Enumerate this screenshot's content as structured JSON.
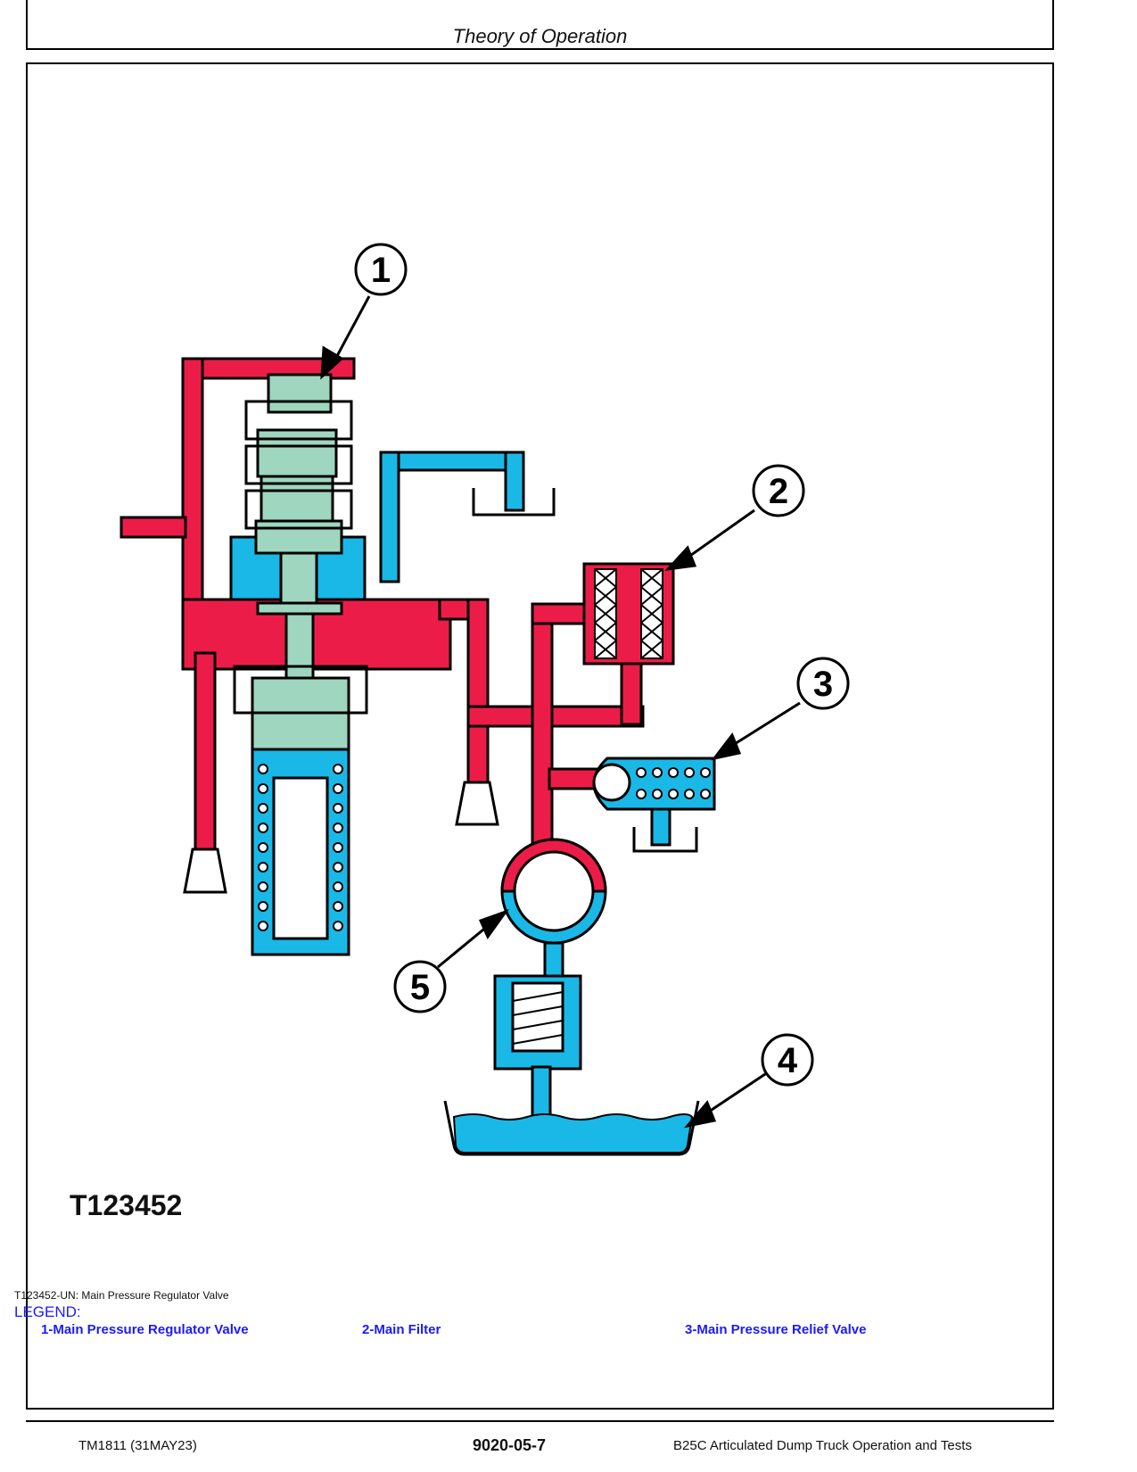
{
  "header": {
    "title": "Theory of Operation"
  },
  "figure": {
    "id": "T123452",
    "caption": "T123452-UN: Main Pressure Regulator Valve",
    "callouts": [
      "1",
      "2",
      "3",
      "4",
      "5"
    ]
  },
  "legend": {
    "title": "LEGEND:",
    "items": [
      "1-Main Pressure Regulator Valve",
      "2-Main Filter",
      "3-Main Pressure Relief Valve"
    ]
  },
  "footer": {
    "left": "TM1811 (31MAY23)",
    "center": "9020-05-7",
    "right": "B25C Articulated Dump Truck Operation and Tests"
  },
  "colors": {
    "pressure": "#ec1c48",
    "return": "#1ab8e6",
    "spool": "#9fd6c0",
    "legend_text": "#1a1aff"
  }
}
